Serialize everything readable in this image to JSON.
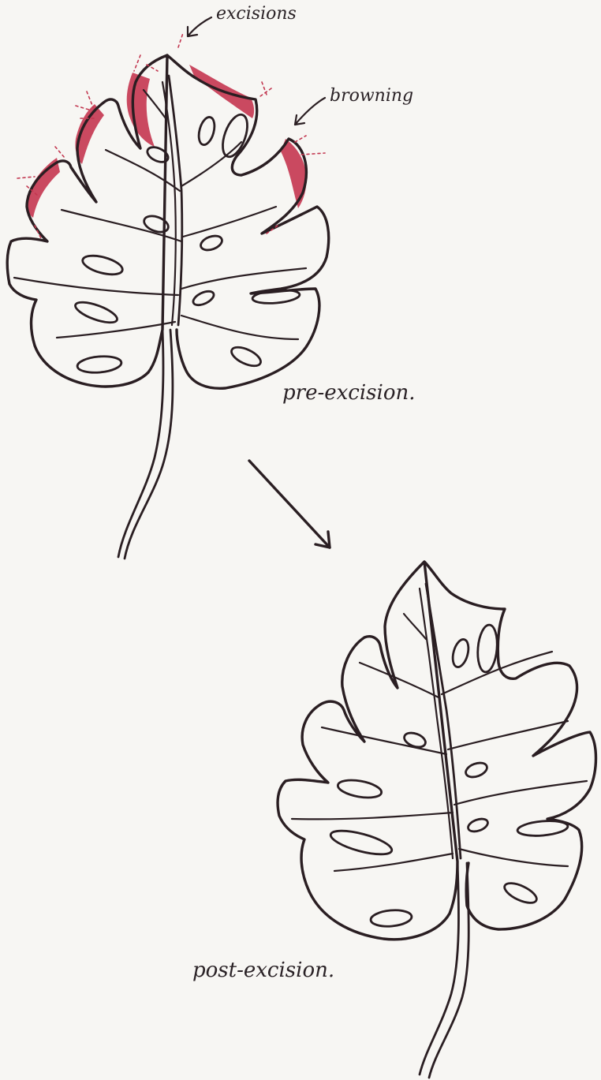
{
  "labels": {
    "excisions": "excisions",
    "browning": "browning",
    "pre": "pre-excision.",
    "post": "post-excision."
  },
  "colors": {
    "ink": "#2a1e22",
    "browning": "#c22a45",
    "paper": "#f7f6f3"
  }
}
